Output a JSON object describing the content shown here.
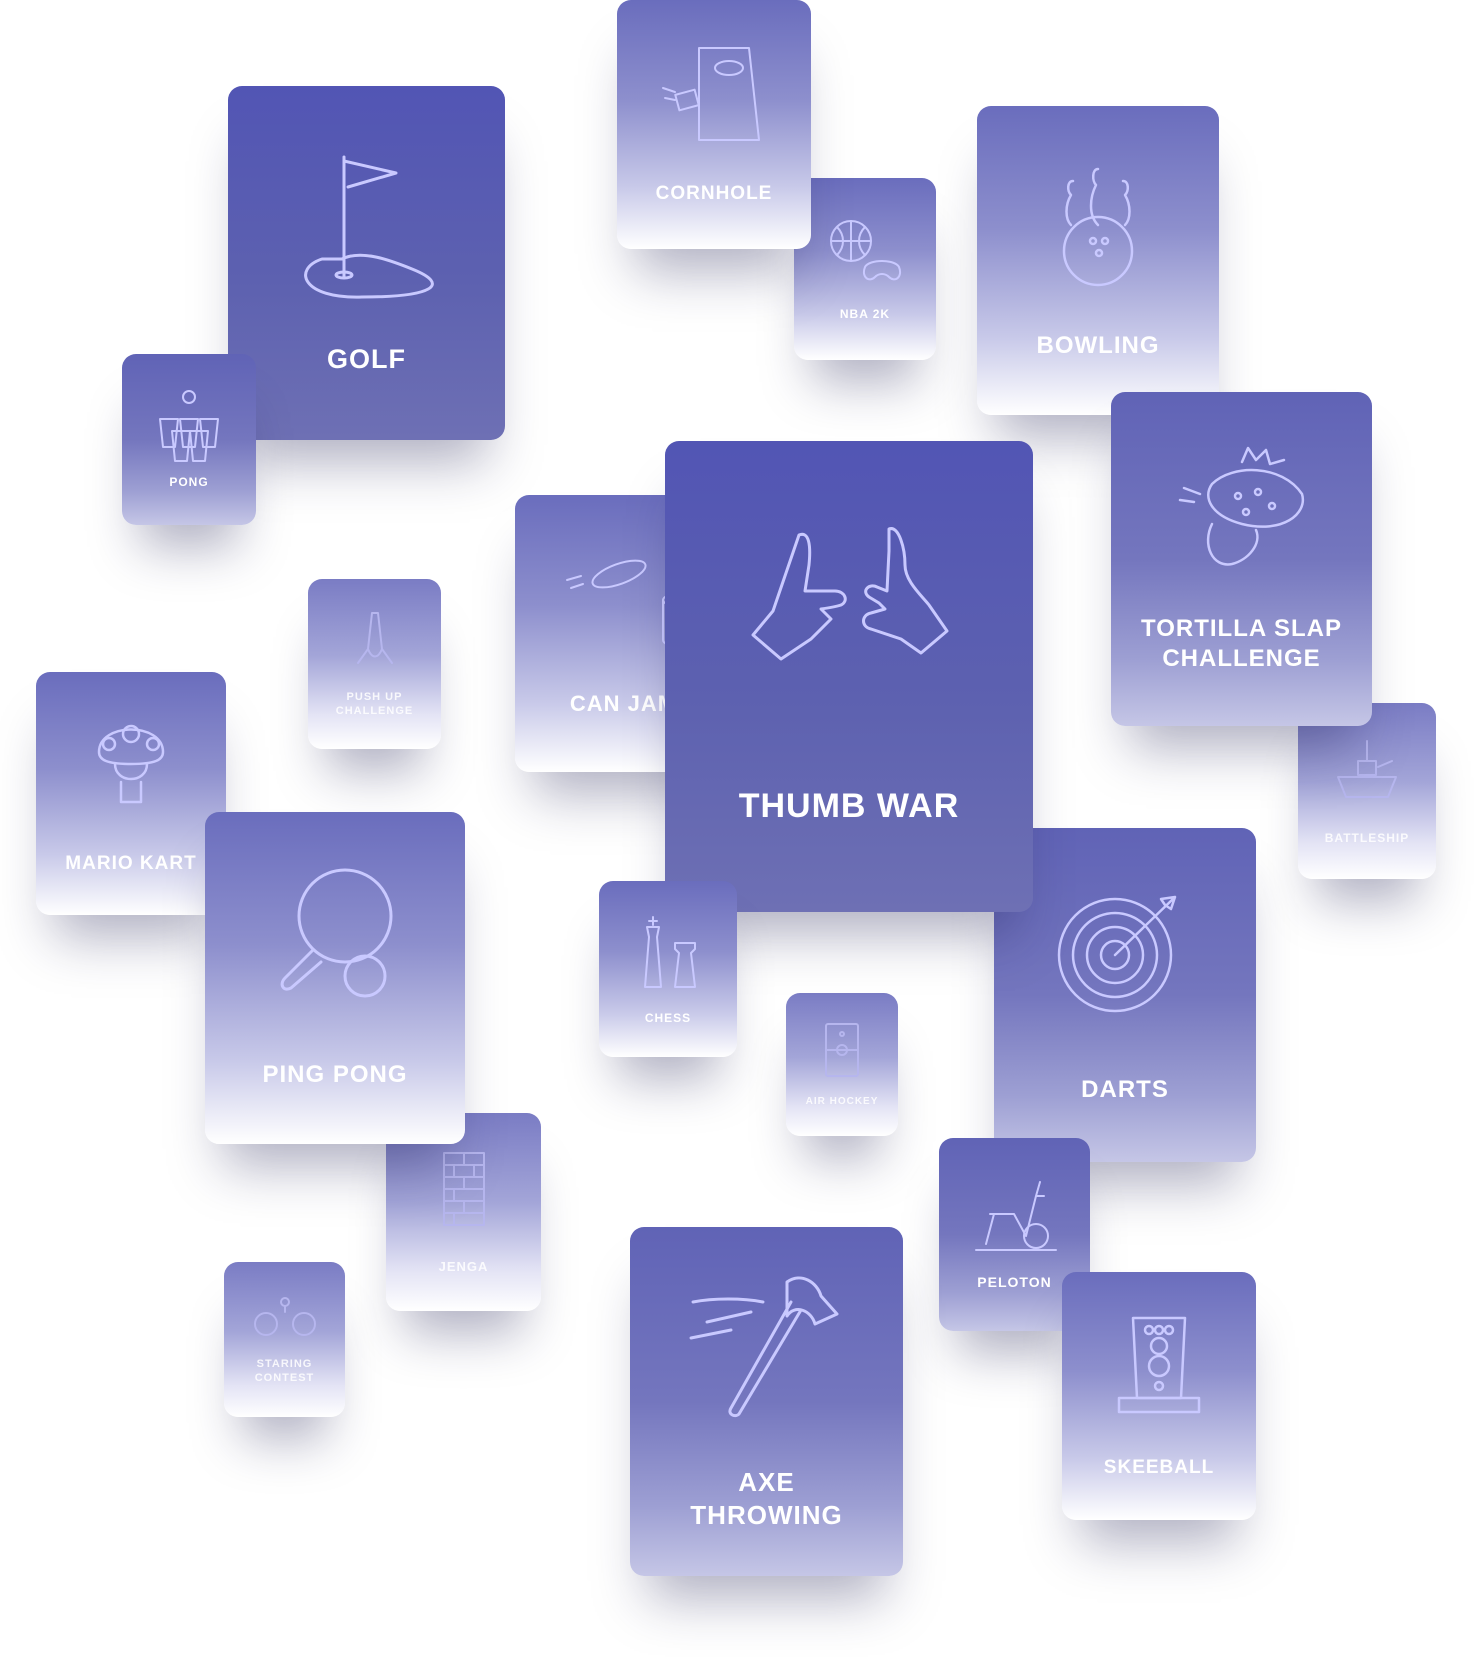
{
  "cards": {
    "golf": {
      "label": "GOLF",
      "icon": "golf-flag-icon"
    },
    "pong": {
      "label": "PONG",
      "icon": "cups-icon"
    },
    "cornhole": {
      "label": "CORNHOLE",
      "icon": "cornhole-board-icon"
    },
    "nba2k": {
      "label": "NBA 2K",
      "icon": "basketball-controller-icon"
    },
    "bowling": {
      "label": "BOWLING",
      "icon": "bowling-pins-icon"
    },
    "tortilla": {
      "label": "TORTILLA SLAP CHALLENGE",
      "icon": "tortilla-slap-icon"
    },
    "thumbwar": {
      "label": "THUMB WAR",
      "icon": "thumb-war-hands-icon"
    },
    "canjam": {
      "label": "CAN JAM",
      "icon": "frisbee-can-icon"
    },
    "pushup": {
      "label": "PUSH UP CHALLENGE",
      "icon": "pushup-icon"
    },
    "mariokart": {
      "label": "MARIO KART",
      "icon": "mushroom-icon"
    },
    "battleship": {
      "label": "BATTLESHIP",
      "icon": "ship-icon"
    },
    "pingpong": {
      "label": "PING PONG",
      "icon": "paddle-icon"
    },
    "chess": {
      "label": "CHESS",
      "icon": "chess-pieces-icon"
    },
    "darts": {
      "label": "DARTS",
      "icon": "dartboard-icon"
    },
    "airhockey": {
      "label": "AIR HOCKEY",
      "icon": "air-hockey-table-icon"
    },
    "jenga": {
      "label": "JENGA",
      "icon": "block-tower-icon"
    },
    "staring": {
      "label": "STARING CONTEST",
      "icon": "staring-faces-icon"
    },
    "peloton": {
      "label": "PELOTON",
      "icon": "exercise-bike-icon"
    },
    "skeeball": {
      "label": "SKEEBALL",
      "icon": "skeeball-icon"
    },
    "axe": {
      "label": "AXE THROWING",
      "icon": "axe-icon"
    }
  },
  "colors": {
    "card_solid": "#5255b4",
    "icon_stroke": "#c9c9ff",
    "background": "#ffffff"
  }
}
